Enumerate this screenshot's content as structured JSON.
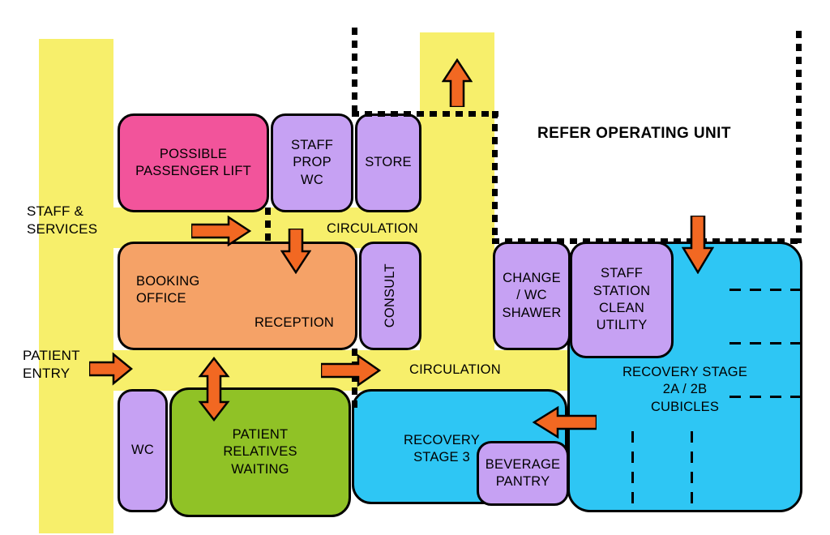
{
  "colors": {
    "yellow": "#F7EF6B",
    "pink": "#F2549B",
    "purple": "#C6A1F3",
    "orange_room": "#F5A267",
    "green": "#90C226",
    "cyan": "#2EC6F4",
    "arrow": "#F26822",
    "outline": "#000000",
    "background": "#FFFFFF"
  },
  "annotations": {
    "staff_services": "STAFF &\nSERVICES",
    "patient_entry": "PATIENT\nENTRY",
    "refer_operating_unit": "REFER OPERATING UNIT",
    "circulation_upper": "CIRCULATION",
    "circulation_mid": "CIRCULATION"
  },
  "rooms": {
    "passenger_lift": {
      "label": "POSSIBLE\nPASSENGER LIFT"
    },
    "staff_prop_wc": {
      "label": "STAFF\nPROP\nWC"
    },
    "store": {
      "label": "STORE"
    },
    "booking_office": {
      "label": "BOOKING\nOFFICE",
      "sublabel": "RECEPTION"
    },
    "consult": {
      "label": "CONSULT"
    },
    "change_wc_shawer": {
      "label": "CHANGE\n/ WC\nSHAWER"
    },
    "staff_station": {
      "label": "STAFF\nSTATION\nCLEAN\nUTILITY"
    },
    "recovery_2a_2b": {
      "label": "RECOVERY STAGE\n2A / 2B\nCUBICLES"
    },
    "wc": {
      "label": "WC"
    },
    "patient_relatives_waiting": {
      "label": "PATIENT\nRELATIVES\nWAITING"
    },
    "recovery_stage_3": {
      "label": "RECOVERY\nSTAGE 3"
    },
    "beverage_pantry": {
      "label": "BEVERAGE\nPANTRY"
    }
  }
}
